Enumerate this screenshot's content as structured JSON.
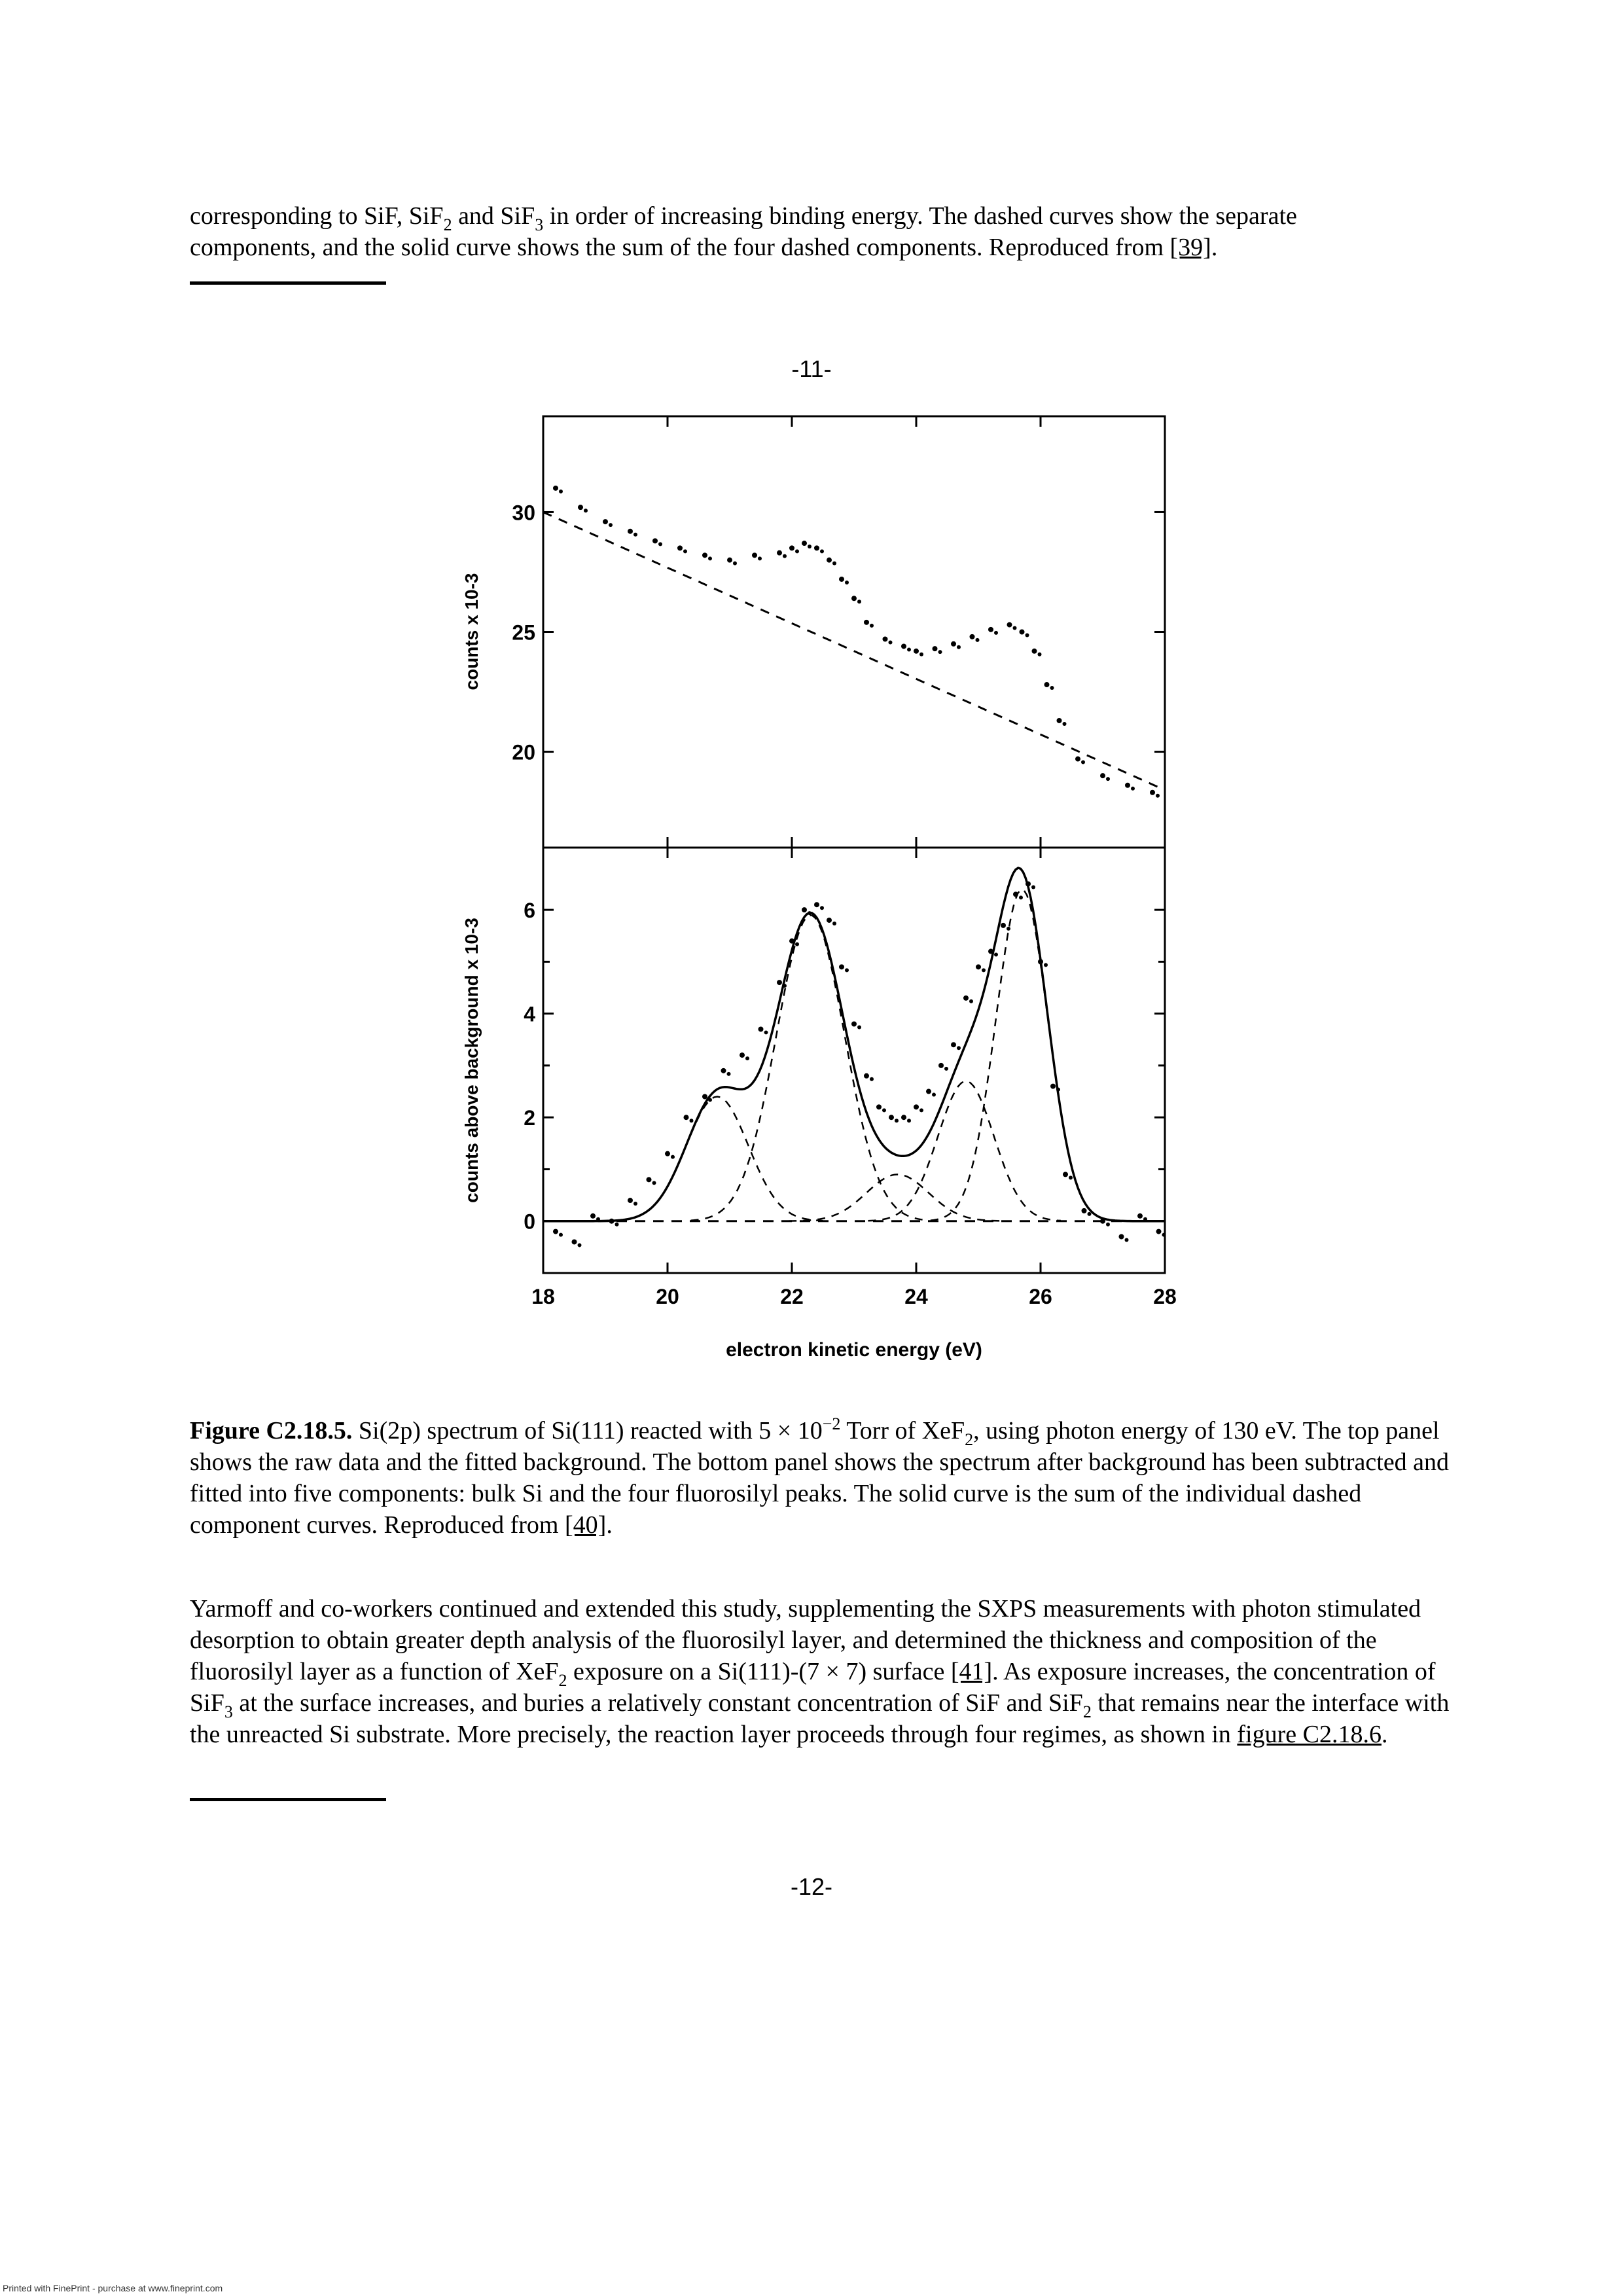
{
  "top_paragraph": {
    "line1_a": "corresponding to SiF, SiF",
    "line1_sub1": "2",
    "line1_b": " and SiF",
    "line1_sub2": "3",
    "line1_c": " in order of increasing binding energy. The dashed curves show the separate",
    "line2_a": "components, and the solid curve shows the sum of the four dashed components. Reproduced from ",
    "line2_ref": "[39]",
    "line2_b": "."
  },
  "page_numbers": {
    "upper": "-11-",
    "lower": "-12-"
  },
  "caption": {
    "label": "Figure C2.18.5.",
    "t1": " Si(2p) spectrum of Si(111) reacted with 5 × 10",
    "sup": "−2",
    "t2": " Torr of XeF",
    "sub": "2",
    "t3": ", using photon energy of 130 eV. The top panel shows the raw data and the fitted background. The bottom panel shows the spectrum after background has been subtracted and fitted into five components: bulk Si and the four fluorosilyl peaks. The solid curve is the sum of the individual dashed component curves. Reproduced from ",
    "ref": "[40]",
    "t4": "."
  },
  "body_paragraph": {
    "t1": "Yarmoff and co-workers continued and extended this study, supplementing the SXPS measurements with photon stimulated desorption to obtain greater depth analysis of the fluorosilyl layer, and determined the thickness and composition of the fluorosilyl layer as a function of XeF",
    "sub1": "2",
    "t2": " exposure on a Si(111)-(7 × 7) surface ",
    "ref1": "[41]",
    "t3": ". As exposure increases, the concentration of SiF",
    "sub2": "3",
    "t4": " at the surface increases, and buries a relatively constant concentration of SiF and SiF",
    "sub3": "2",
    "t5": " that remains near the interface with the unreacted Si substrate. More precisely, the reaction layer proceeds through four regimes, as shown in ",
    "ref2": "figure C2.18.6",
    "t6": "."
  },
  "footer": "Printed with FinePrint - purchase at www.fineprint.com",
  "chart_data": [
    {
      "type": "scatter",
      "panel": "top",
      "xlabel": "electron kinetic energy (eV)",
      "ylabel": "counts x 10-3",
      "xlim": [
        18,
        28
      ],
      "ylim": [
        16,
        34
      ],
      "yticks": [
        "20",
        "25",
        "30"
      ],
      "series": [
        {
          "style": "dots",
          "x": [
            18.2,
            18.6,
            19.0,
            19.4,
            19.8,
            20.2,
            20.6,
            21.0,
            21.4,
            21.8,
            22.0,
            22.2,
            22.4,
            22.6,
            22.8,
            23.0,
            23.2,
            23.5,
            23.8,
            24.0,
            24.3,
            24.6,
            24.9,
            25.2,
            25.5,
            25.7,
            25.9,
            26.1,
            26.3,
            26.6,
            27.0,
            27.4,
            27.8
          ],
          "y": [
            31.0,
            30.2,
            29.6,
            29.2,
            28.8,
            28.5,
            28.2,
            28.0,
            28.2,
            28.3,
            28.5,
            28.7,
            28.5,
            28.0,
            27.2,
            26.4,
            25.4,
            24.7,
            24.4,
            24.2,
            24.3,
            24.5,
            24.8,
            25.1,
            25.3,
            25.0,
            24.2,
            22.8,
            21.3,
            19.7,
            19.0,
            18.6,
            18.3
          ]
        },
        {
          "style": "dashed",
          "x": [
            18.0,
            28.0
          ],
          "y": [
            30.0,
            18.4
          ]
        }
      ]
    },
    {
      "type": "line",
      "panel": "bottom",
      "xlabel": "electron kinetic energy (eV)",
      "ylabel": "counts above background x 10-3",
      "xlim": [
        18,
        28
      ],
      "ylim": [
        -1,
        7.2
      ],
      "xticks": [
        "18",
        "20",
        "22",
        "24",
        "26",
        "28"
      ],
      "yticks": [
        "0",
        "2",
        "4",
        "6"
      ],
      "series": [
        {
          "style": "dashed",
          "peaks": [
            {
              "center": 20.8,
              "amplitude": 2.4,
              "width": 0.5
            },
            {
              "center": 22.3,
              "amplitude": 5.9,
              "width": 0.55
            },
            {
              "center": 23.7,
              "amplitude": 0.9,
              "width": 0.5
            },
            {
              "center": 24.8,
              "amplitude": 2.7,
              "width": 0.45
            },
            {
              "center": 25.7,
              "amplitude": 6.4,
              "width": 0.42
            }
          ]
        },
        {
          "style": "solid",
          "description_source": "sum"
        },
        {
          "style": "dots",
          "x": [
            18.2,
            18.5,
            18.8,
            19.1,
            19.4,
            19.7,
            20.0,
            20.3,
            20.6,
            20.9,
            21.2,
            21.5,
            21.8,
            22.0,
            22.2,
            22.4,
            22.6,
            22.8,
            23.0,
            23.2,
            23.4,
            23.6,
            23.8,
            24.0,
            24.2,
            24.4,
            24.6,
            24.8,
            25.0,
            25.2,
            25.4,
            25.6,
            25.8,
            26.0,
            26.2,
            26.4,
            26.7,
            27.0,
            27.3,
            27.6,
            27.9
          ],
          "y": [
            -0.2,
            -0.4,
            0.1,
            0.0,
            0.4,
            0.8,
            1.3,
            2.0,
            2.4,
            2.9,
            3.2,
            3.7,
            4.6,
            5.4,
            6.0,
            6.1,
            5.8,
            4.9,
            3.8,
            2.8,
            2.2,
            2.0,
            2.0,
            2.2,
            2.5,
            3.0,
            3.4,
            4.3,
            4.9,
            5.2,
            5.7,
            6.3,
            6.5,
            5.0,
            2.6,
            0.9,
            0.2,
            0.0,
            -0.3,
            0.1,
            -0.2
          ]
        }
      ]
    }
  ]
}
